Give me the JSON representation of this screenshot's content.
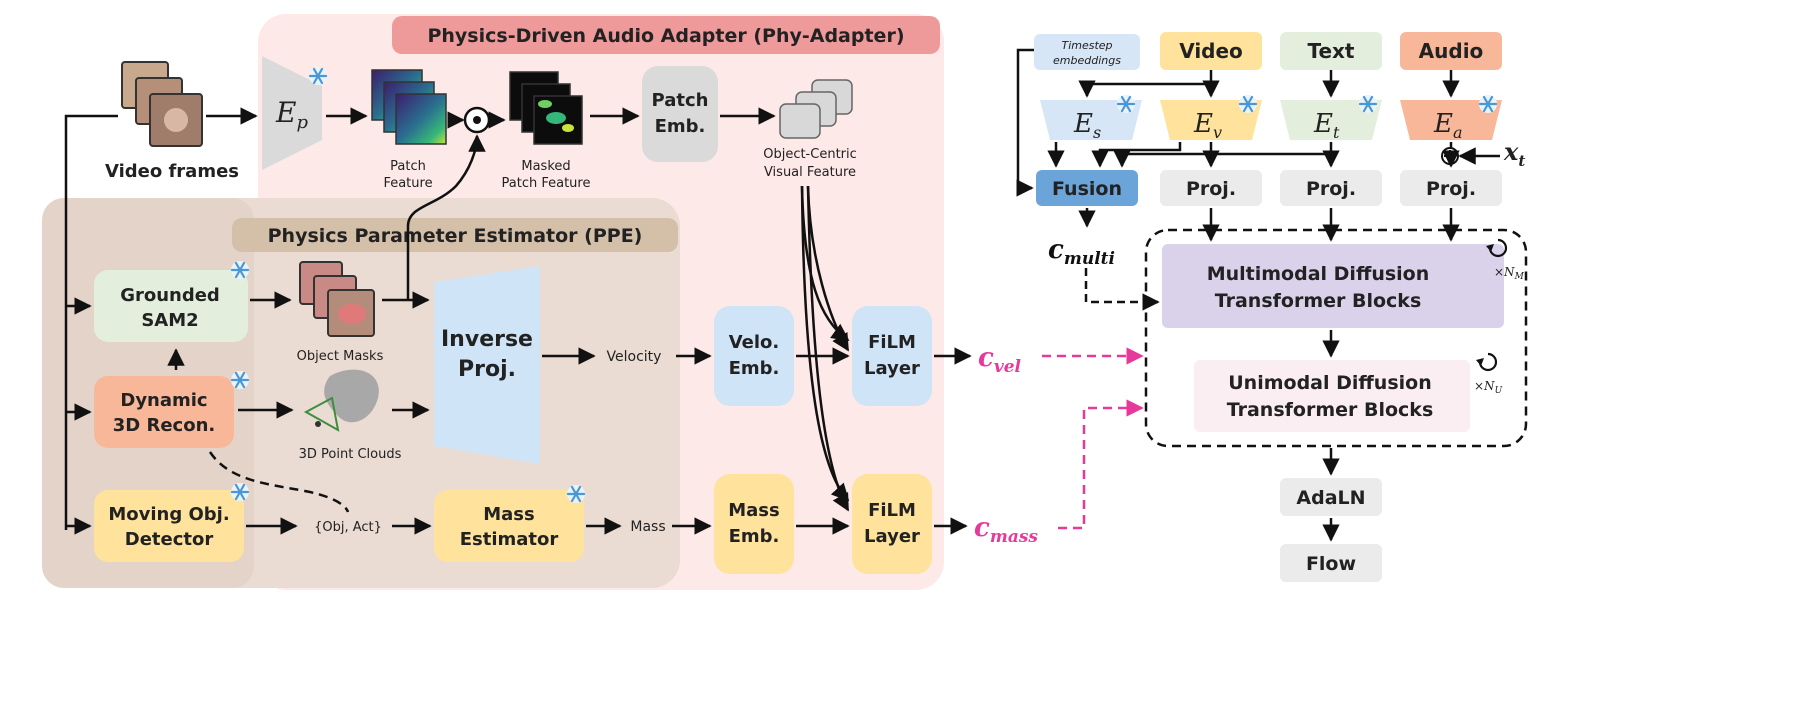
{
  "diagram": {
    "phy_adapter_title": "Physics-Driven Audio Adapter (Phy-Adapter)",
    "ppe_title": "Physics Parameter Estimator (PPE)",
    "video_frames": "Video frames",
    "encoder_p": "E",
    "encoder_p_sub": "p",
    "patch_feature_1": "Patch",
    "patch_feature_2": "Feature",
    "masked_patch_1": "Masked",
    "masked_patch_2": "Patch Feature",
    "patch_emb_1": "Patch",
    "patch_emb_2": "Emb.",
    "ocvf_1": "Object-Centric",
    "ocvf_2": "Visual Feature",
    "grounded_1": "Grounded",
    "grounded_2": "SAM2",
    "dynamic_1": "Dynamic",
    "dynamic_2": "3D Recon.",
    "moving_1": "Moving Obj.",
    "moving_2": "Detector",
    "object_masks": "Object Masks",
    "point_clouds": "3D Point Clouds",
    "obj_act": "{Obj, Act}",
    "inverse_1": "Inverse",
    "inverse_2": "Proj.",
    "velocity": "Velocity",
    "mass_est_1": "Mass",
    "mass_est_2": "Estimator",
    "mass": "Mass",
    "velo_emb_1": "Velo.",
    "velo_emb_2": "Emb.",
    "mass_emb_1": "Mass",
    "mass_emb_2": "Emb.",
    "film_1": "FiLM",
    "film_2": "Layer",
    "c_vel": "c",
    "c_vel_sub": "vel",
    "c_mass": "c",
    "c_mass_sub": "mass",
    "timestep_1": "Timestep",
    "timestep_2": "embeddings",
    "video": "Video",
    "text": "Text",
    "audio": "Audio",
    "es": "E",
    "es_sub": "s",
    "ev": "E",
    "ev_sub": "v",
    "et": "E",
    "et_sub": "t",
    "ea": "E",
    "ea_sub": "a",
    "xt": "x",
    "xt_sub": "t",
    "fusion": "Fusion",
    "proj": "Proj.",
    "c_multi": "c",
    "c_multi_sub": "multi",
    "mm_dit_1": "Multimodal Diffusion",
    "mm_dit_2": "Transformer Blocks",
    "nm": "×N",
    "nm_sub": "M",
    "uni_dit_1": "Unimodal Diffusion",
    "uni_dit_2": "Transformer Blocks",
    "nu": "×N",
    "nu_sub": "U",
    "adaln": "AdaLN",
    "flow": "Flow"
  },
  "colors": {
    "phy_bg": "#fde9e7",
    "phy_title": "#ef9a9a",
    "ppe_bg": "#eadcd2",
    "ppe_title": "#d4bfa8",
    "green": "#e3efdc",
    "orange": "#f9b79a",
    "yellow": "#ffe29b",
    "blue": "#cfe4f7",
    "gray": "#e7e7e7",
    "fusion": "#6aa4d8",
    "purple": "#d9d2ea",
    "pink_light": "#fbeef2",
    "magenta": "#e6399b"
  }
}
